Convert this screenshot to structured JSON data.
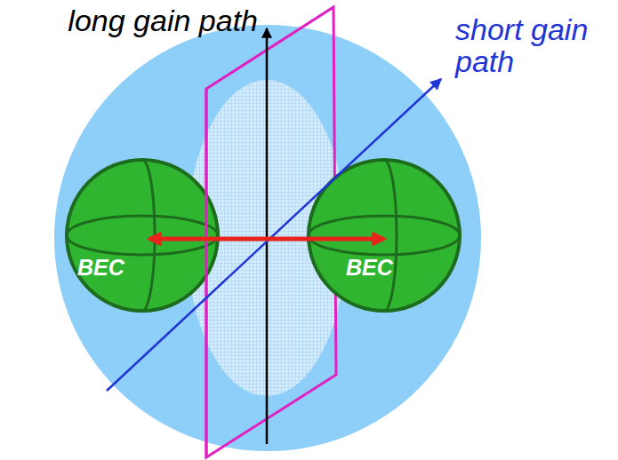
{
  "diagram": {
    "nodes": [
      {
        "text": [
          "BEC"
        ]
      },
      {
        "text": [
          "BEC"
        ]
      }
    ],
    "edges": [
      {
        "from": 0,
        "to": 1,
        "arrow": "both"
      }
    ],
    "labels": [
      "long gain path",
      "short gain path"
    ]
  }
}
